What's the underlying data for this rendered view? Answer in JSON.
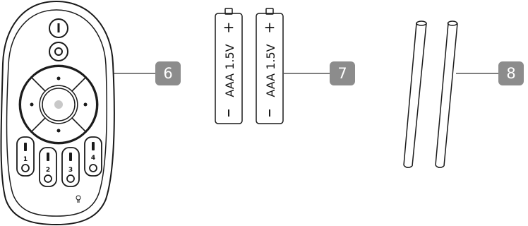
{
  "callouts": [
    {
      "id": "6",
      "label": "6"
    },
    {
      "id": "7",
      "label": "7"
    },
    {
      "id": "8",
      "label": "8"
    }
  ],
  "battery": {
    "text": "AAA 1.5V",
    "plus": "+",
    "minus": "-"
  },
  "remote": {
    "zones": [
      {
        "label": "1"
      },
      {
        "label": "2"
      },
      {
        "label": "3"
      },
      {
        "label": "4"
      }
    ]
  },
  "colors": {
    "badge": "#8c8c8c",
    "outline": "#1a1a1a",
    "center_button": "#c8c8c8",
    "leader_line": "#333333"
  }
}
